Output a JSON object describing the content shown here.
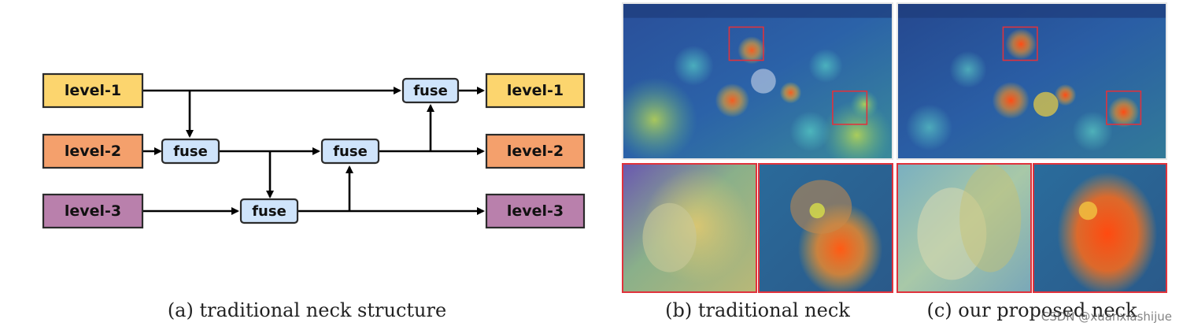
{
  "panel_a": {
    "caption": "(a) traditional neck structure",
    "levels": {
      "inputs": [
        "level-1",
        "level-2",
        "level-3"
      ],
      "outputs": [
        "level-1",
        "level-2",
        "level-3"
      ]
    },
    "fuse_label": "fuse",
    "colors": {
      "level_1": "#fcd56e",
      "level_2": "#f4a06c",
      "level_3": "#b980ac",
      "fuse": "#cfe4fb"
    }
  },
  "panel_b": {
    "caption": "(b) traditional neck"
  },
  "panel_c": {
    "caption": "(c) our proposed neck"
  },
  "watermark": "CSDN @xuanxiashijue"
}
